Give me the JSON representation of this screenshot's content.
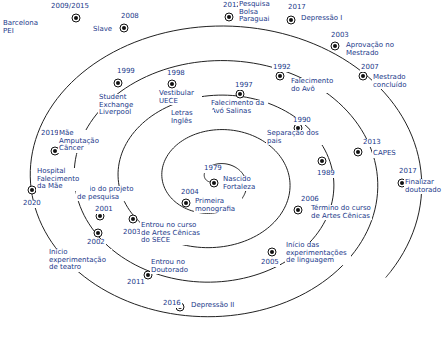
{
  "diagram": {
    "labels": [
      "1979",
      "Nascido Fortaleza",
      "1990",
      "Separação dos pais",
      "1989",
      "1992",
      "Falecimento do Avô",
      "1997",
      "Falecimento da Avó Salinas",
      "1998",
      "Vestibular UECE",
      "Letras Inglês",
      "1999",
      "Student Exchange Liverpool",
      "2008",
      "Slave",
      "2009/2015",
      "Barcelona PEI",
      "2012",
      "Pesquisa Bolsa Paraguai",
      "2017",
      "Depressão I",
      "2003",
      "Aprovação no Mestrado",
      "2007",
      "Mestrado concluído",
      "2013",
      "CAPES",
      "2017",
      "Finalizar doutorado",
      "2006",
      "Término do curso de Artes Cênicas",
      "2005",
      "Início das experimentações de linguagem",
      "2016",
      "Depressão II",
      "2011",
      "Entrou no Doutorado",
      "2003",
      "Entrou no curso de Artes Cênicas do SECE",
      "2004",
      "Primeira monografia",
      "2001",
      "Início do projeto de pesquisa",
      "2002",
      "Início experimentação de teatro",
      "2020",
      "Hospital Falecimento da Mãe",
      "2019",
      "Mãe Amputação Câncer"
    ]
  }
}
